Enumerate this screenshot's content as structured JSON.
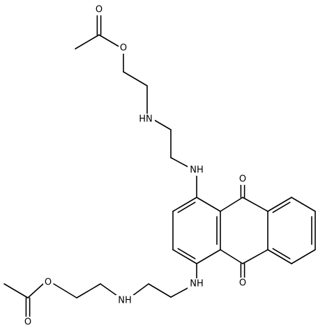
{
  "structure": {
    "atoms": {
      "o_top_carbonyl": "O",
      "o_top_ester": "O",
      "n_top_upper": "HN",
      "n_top_ring": "NH",
      "o_quinone_top": "O",
      "o_quinone_bottom": "O",
      "n_bottom_ring": "NH",
      "n_bottom_chain": "NH",
      "o_bottom_ester": "O",
      "o_bottom_carbonyl": "O"
    }
  }
}
